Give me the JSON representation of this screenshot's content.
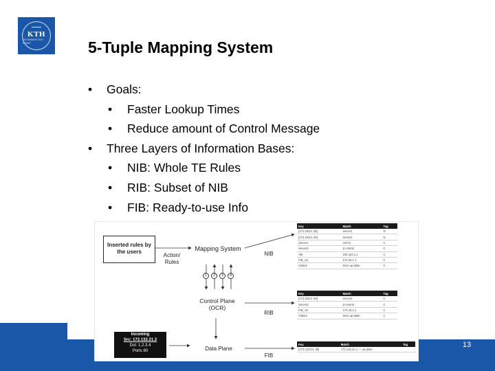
{
  "slide": {
    "logo": {
      "text": "KTH",
      "subtext": "VETENSKAP OCH KONST"
    },
    "title": "5-Tuple Mapping System",
    "bullets": [
      {
        "label": "Goals:",
        "children": [
          "Faster Lookup Times",
          "Reduce amount of Control Message"
        ]
      },
      {
        "label": "Three Layers of Information Bases:",
        "children": [
          "NIB: Whole TE Rules",
          "RIB: Subset of NIB",
          "FIB: Ready-to-use Info"
        ]
      }
    ],
    "bullet_glyph": "•",
    "page_number": "13"
  },
  "diagram": {
    "inserted_rules": "Inserted rules by the users",
    "mapping_system": "Mapping System",
    "action_rules": "Action/ Rules",
    "control_plane": "Control Plane (OCR)",
    "data_plane": "Data Plane",
    "nib": "NIB",
    "rib": "RIB",
    "fib": "FIB",
    "circle_labels": [
      "1",
      "2",
      "3",
      "4"
    ],
    "incoming": {
      "title": "Incoming",
      "src": "Src: 172.132.21.2",
      "dst": "Dst: 1.2.3.4",
      "ports": "Ports 80"
    },
    "table_headers": [
      "Key",
      "Match",
      "Tag"
    ],
    "nib_rows": [
      [
        "[172.16/24, 80]",
        "server1",
        "N"
      ],
      [
        "[172.16/24, 80]",
        "server2",
        "N"
      ],
      [
        "Server1",
        "ctrl-01",
        "C"
      ],
      [
        "Server2",
        "Z-control",
        "C"
      ],
      [
        "VM",
        "192.163.1.1",
        "C"
      ],
      [
        "FIB_AC",
        "172.16.1.1",
        "C"
      ],
      [
        "Vulture",
        "Serv-up-plate",
        "C"
      ]
    ],
    "rib_rows": [
      [
        "[172.16/24, 80]",
        "server2",
        "C"
      ],
      [
        "Server2",
        "Z-control",
        "C"
      ],
      [
        "FIB_AC",
        "172.16.1.1",
        "C"
      ],
      [
        "Vulture",
        "Serv-up-plate",
        "C"
      ]
    ],
    "fib_rows": [
      [
        "[172.132/24, 80]",
        "172.132.21.1 — up-plate",
        ""
      ]
    ]
  }
}
